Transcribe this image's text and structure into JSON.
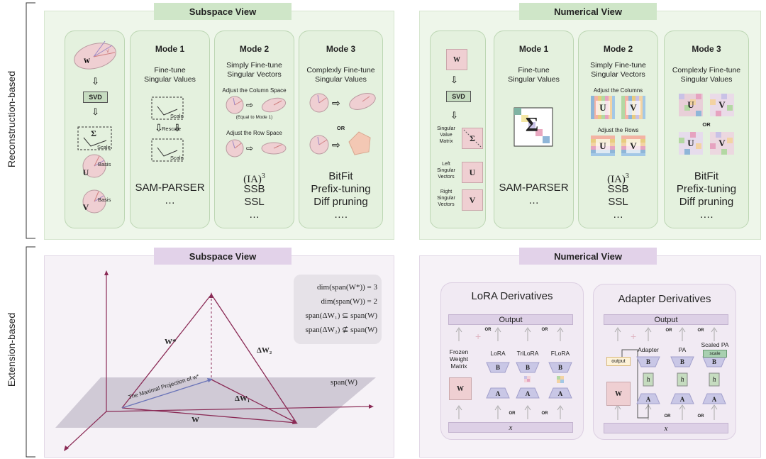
{
  "side_labels": {
    "top": "Reconstruction-based",
    "bottom": "Extension-based"
  },
  "top_left": {
    "header": "Subspace View",
    "col0": {
      "w": "W",
      "svd": "SVD",
      "sigma": "Σ",
      "scale": "Scale",
      "u": "U",
      "basis_u": "Basis",
      "v": "V",
      "basis_v": "Basis"
    },
    "mode1": {
      "title": "Mode 1",
      "desc": "Fine-tune\nSingular Values",
      "scale_a": "Scale",
      "rescale": "Rescale",
      "scale_b": "Scale",
      "methods": "SAM-PARSER\n…"
    },
    "mode2": {
      "title": "Mode 2",
      "desc": "Simply Fine-tune\nSingular Vectors",
      "col_space": "Adjust the Column Space",
      "equal_note": "(Equal to Mode 1)",
      "row_space": "Adjust the Row Space",
      "methods_sup": "(IA)",
      "methods_exp": "3",
      "methods": "SSB\nSSL\n…"
    },
    "mode3": {
      "title": "Mode 3",
      "desc": "Complexly Fine-tune\nSingular Values",
      "or": "OR",
      "methods": "BitFit\nPrefix-tuning\nDiff pruning\n…."
    }
  },
  "top_right": {
    "header": "Numerical View",
    "col0": {
      "w": "W",
      "svd": "SVD",
      "svm_label": "Singular\nValue\nMatrix",
      "sigma": "Σ",
      "left_label": "Left\nSingular\nVectors",
      "u": "U",
      "right_label": "Right\nSingular\nVectors",
      "v": "V"
    },
    "mode1": {
      "title": "Mode 1",
      "desc": "Fine-tune\nSingular Values",
      "sigma": "Σ",
      "methods": "SAM-PARSER\n…"
    },
    "mode2": {
      "title": "Mode 2",
      "desc": "Simply Fine-tune\nSingular Vectors",
      "adj_cols": "Adjust the Columns",
      "adj_rows": "Adjust the Rows",
      "u": "U",
      "v": "V",
      "methods_sup": "(IA)",
      "methods_exp": "3",
      "methods": "SSB\nSSL\n…"
    },
    "mode3": {
      "title": "Mode 3",
      "desc": "Complexly Fine-tune\nSingular Values",
      "or": "OR",
      "u": "U",
      "v": "V",
      "methods": "BitFit\nPrefix-tuning\nDiff pruning\n…."
    }
  },
  "bottom_left": {
    "header": "Subspace View",
    "eqs": [
      "dim(span(W*)) = 3",
      "dim(span(W)) = 2",
      "span(ΔW₁) ⊆ span(W)",
      "span(ΔW₂) ⊈ span(W)"
    ],
    "w_star": "W*",
    "dw2": "ΔW₂",
    "dw1": "ΔW₁",
    "w": "W",
    "span_w": "span(W)",
    "projection": "The Maximal Projection of w*"
  },
  "bottom_right": {
    "header": "Numerical View",
    "lora": {
      "title": "LoRA Derivatives",
      "output": "Output",
      "x": "x",
      "frozen": "Frozen\nWeight\nMatrix",
      "w": "W",
      "lora": "LoRA",
      "trilora": "TriLoRA",
      "flora": "FLoRA",
      "b": "B",
      "a": "A",
      "or": "OR"
    },
    "adapter": {
      "title": "Adapter Derivatives",
      "output": "Output",
      "x": "x",
      "out_box": "output",
      "w": "W",
      "adapter": "Adapter",
      "pa": "PA",
      "scaled_pa": "Scaled PA",
      "scale": "scale",
      "b": "B",
      "a": "A",
      "h": "h",
      "or": "OR"
    }
  }
}
